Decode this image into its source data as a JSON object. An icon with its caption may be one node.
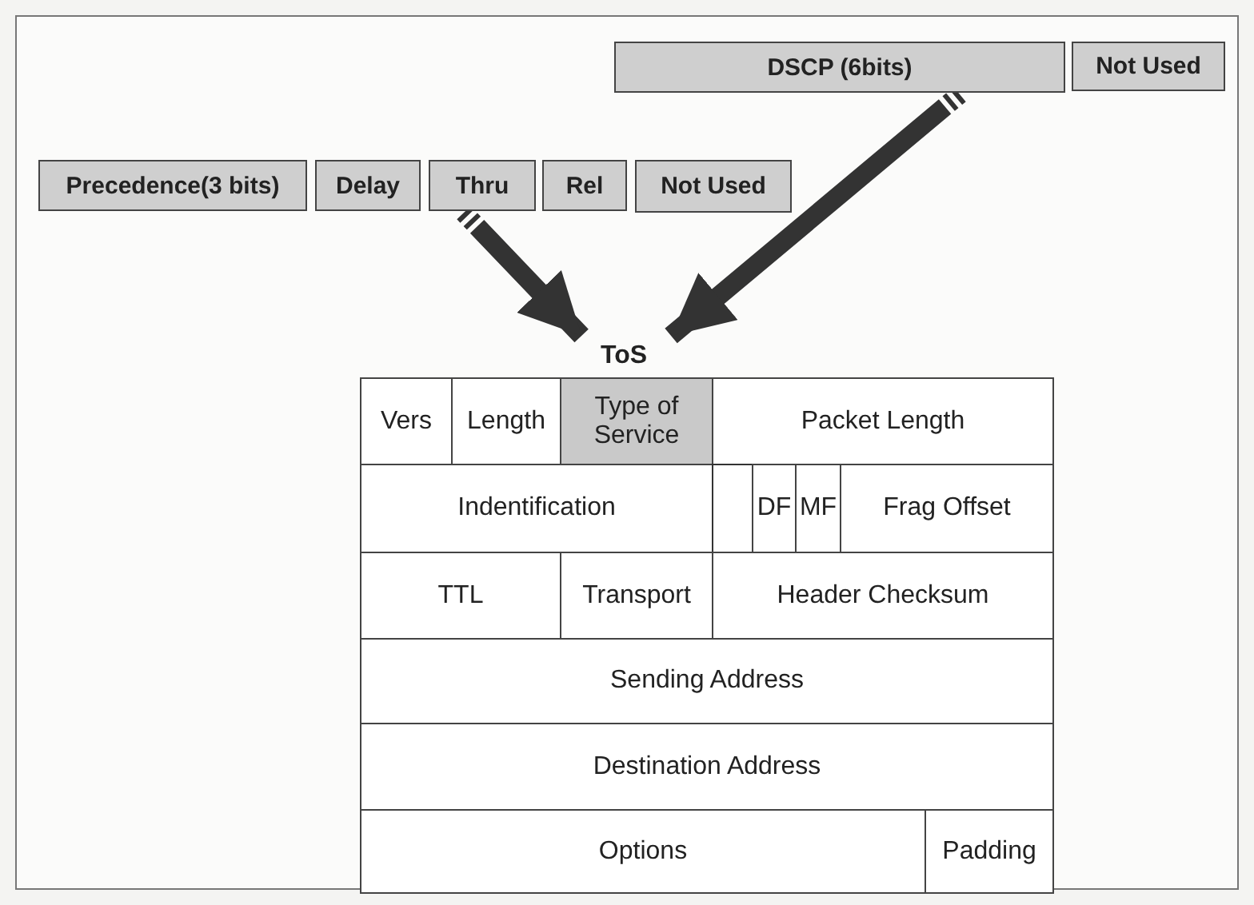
{
  "diagram": {
    "nodes": [
      {
        "text": [
          "DSCP (6bits)"
        ]
      },
      {
        "text": [
          "Not Used"
        ]
      },
      {
        "text": [
          "Precedence(3 bits)"
        ]
      },
      {
        "text": [
          "Delay"
        ]
      },
      {
        "text": [
          "Thru"
        ]
      },
      {
        "text": [
          "Rel"
        ]
      },
      {
        "text": [
          "Not Used"
        ]
      },
      {
        "text": [
          "ToS"
        ]
      },
      {
        "text": [
          "Vers"
        ]
      },
      {
        "text": [
          "Length"
        ]
      },
      {
        "text": [
          "Type of Service"
        ]
      },
      {
        "text": [
          "Packet Length"
        ]
      },
      {
        "text": [
          "Indentification"
        ]
      },
      {
        "text": [],
        "shape": "box"
      },
      {
        "text": [
          "DF"
        ]
      },
      {
        "text": [
          "MF"
        ]
      },
      {
        "text": [
          "Frag Offset"
        ]
      },
      {
        "text": [
          "TTL"
        ]
      },
      {
        "text": [
          "Transport"
        ]
      },
      {
        "text": [
          "Header Checksum"
        ]
      },
      {
        "text": [
          "Sending Address"
        ]
      },
      {
        "text": [
          "Destination Address"
        ]
      },
      {
        "text": [
          "Options"
        ]
      },
      {
        "text": [
          "Padding"
        ]
      }
    ],
    "edges": [
      {
        "from": 4,
        "to": 7,
        "arrow": "to"
      },
      {
        "from": 0,
        "to": 7,
        "arrow": "to"
      }
    ]
  }
}
